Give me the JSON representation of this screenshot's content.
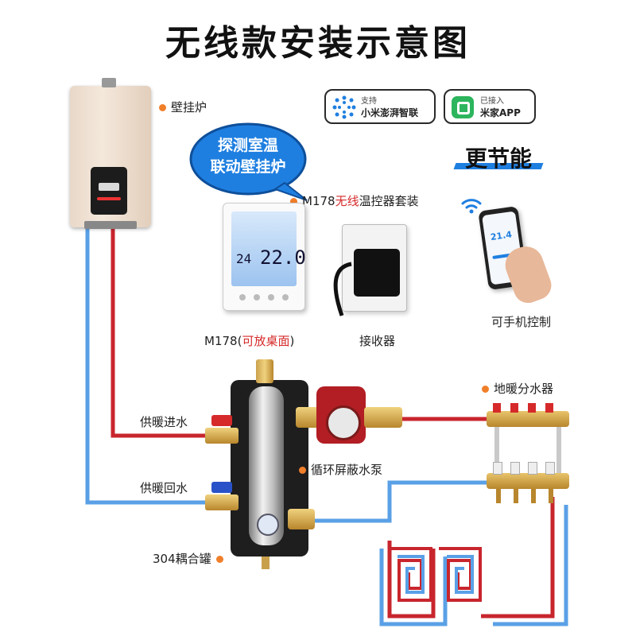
{
  "title": "无线款安装示意图",
  "boiler": {
    "label": "壁挂炉"
  },
  "bubble": {
    "line1": "探测室温",
    "line2": "联动壁挂炉"
  },
  "badges": {
    "xiaomi": {
      "top": "支持",
      "bottom": "小米澎湃智联"
    },
    "mijia": {
      "top": "已接入",
      "bottom": "米家APP"
    }
  },
  "energy": "更节能",
  "kit": {
    "prefix": "M178",
    "highlight": "无线",
    "suffix": "温控器套装"
  },
  "thermostat": {
    "prefix": "M178(",
    "highlight": "可放桌面",
    "suffix": ")",
    "temp_small": "24",
    "temp_big": "22.0"
  },
  "receiver": {
    "label": "接收器"
  },
  "phone": {
    "label": "可手机控制",
    "reading": "21.4"
  },
  "floor_manifold": {
    "label": "地暖分水器"
  },
  "pump": {
    "label": "循环屏蔽水泵"
  },
  "supply": {
    "label": "供暖进水"
  },
  "return": {
    "label": "供暖回水"
  },
  "tank": {
    "label": "304耦合罐"
  },
  "colors": {
    "hot": "#c8252d",
    "cold": "#5aa0e6",
    "accent": "#f07f2a",
    "bubble": "#1f7fe0"
  }
}
